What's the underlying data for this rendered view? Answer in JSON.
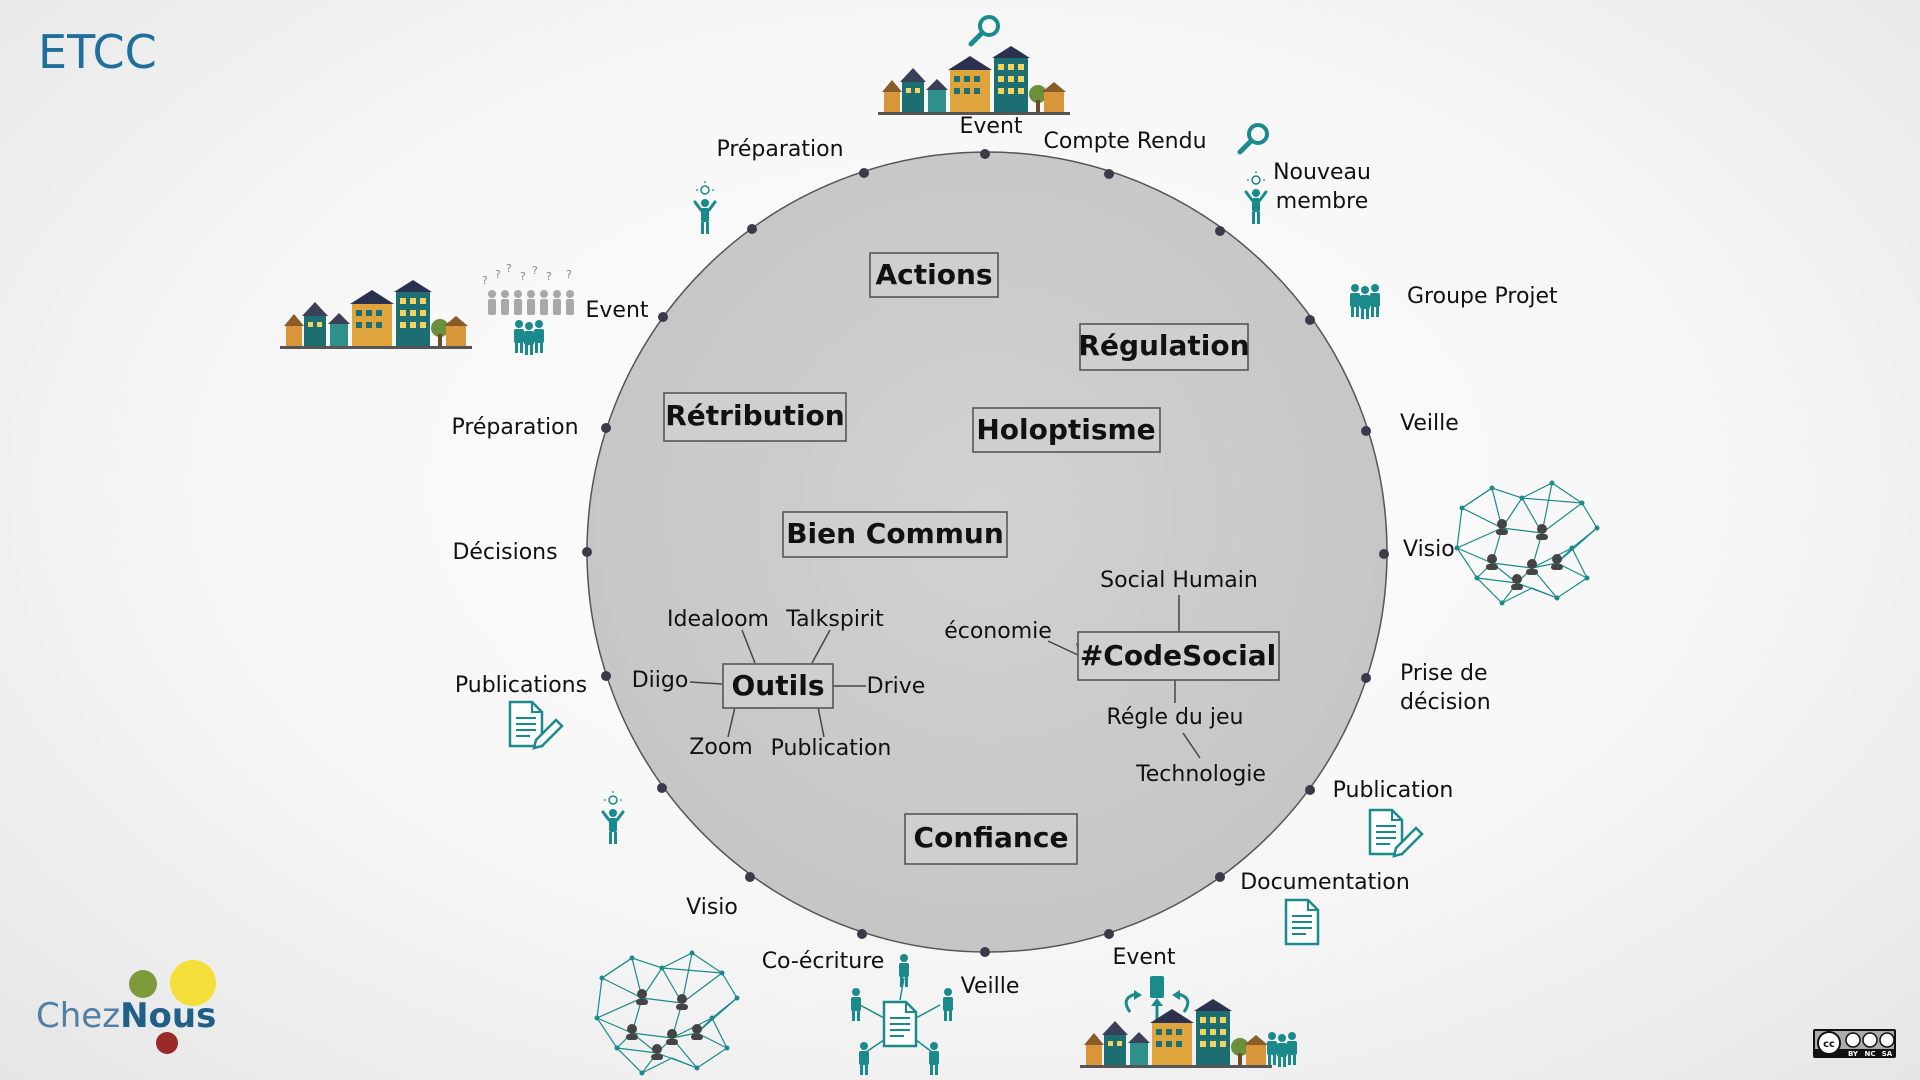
{
  "header": {
    "title": "ETCC"
  },
  "core_concepts": [
    {
      "id": "actions",
      "label": "Actions"
    },
    {
      "id": "regulation",
      "label": "Régulation"
    },
    {
      "id": "retribution",
      "label": "Rétribution"
    },
    {
      "id": "holoptisme",
      "label": "Holoptisme"
    },
    {
      "id": "bien-commun",
      "label": "Bien Commun"
    },
    {
      "id": "outils",
      "label": "Outils"
    },
    {
      "id": "codesocial",
      "label": "#CodeSocial"
    },
    {
      "id": "confiance",
      "label": "Confiance"
    }
  ],
  "outils_tools": [
    "Idealoom",
    "Talkspirit",
    "Diigo",
    "Drive",
    "Zoom",
    "Publication"
  ],
  "codesocial_branches": [
    "Social Humain",
    "économie",
    "Régle du jeu",
    "Technologie"
  ],
  "cycle_steps": [
    "Event",
    "Compte Rendu",
    "Nouveau membre",
    "Groupe Projet",
    "Veille",
    "Visio",
    "Prise de décision",
    "Publication",
    "Documentation",
    "Event",
    "Veille",
    "Co-écriture",
    "Visio",
    "Publications",
    "Décisions",
    "Préparation",
    "Event",
    "Préparation"
  ],
  "logo": {
    "part1": "Chez",
    "part2": "Nous"
  },
  "license": {
    "badge": "cc",
    "terms": [
      "BY",
      "NC",
      "SA"
    ]
  },
  "icons": [
    "magnifier-icon",
    "village-icon",
    "person-idea-icon",
    "group-icon",
    "network-map-icon",
    "document-edit-icon",
    "document-icon",
    "co-writing-icon",
    "crowd-questions-icon",
    "cc-license-icon"
  ],
  "colors": {
    "accent": "#1b8a8c",
    "title": "#1f6f9a",
    "circle_fill": "#c8c8c8",
    "box_fill": "#cfcfcf"
  }
}
